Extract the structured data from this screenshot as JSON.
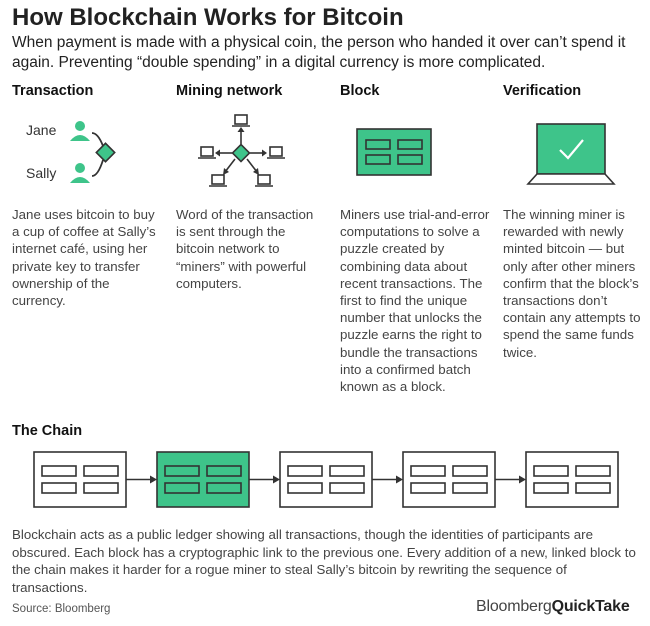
{
  "title": "How Blockchain Works for Bitcoin",
  "subtitle": "When payment is made with a physical coin, the person who handed it over can’t spend it again. Preventing “double spending” in a digital currency is more complicated.",
  "columns": [
    {
      "title": "Transaction",
      "text": "Jane uses bitcoin to buy a cup of coffee at Sally’s internet café, using her private key to transfer ownership of the currency."
    },
    {
      "title": "Mining network",
      "text": "Word of the transaction is sent through the bitcoin network to “miners” with powerful computers."
    },
    {
      "title": "Block",
      "text": "Miners use trial-and-error computations to solve a puzzle created by combining data about recent transactions. The first to find the unique number that unlocks the puzzle earns the right to bundle the transactions into a confirmed batch known as a block."
    },
    {
      "title": "Verification",
      "text": "The winning miner is rewarded with newly minted bitcoin — but only after other miners confirm that the block’s transactions don’t contain any attempts to spend the same funds twice."
    }
  ],
  "people": {
    "jane": "Jane",
    "sally": "Sally"
  },
  "chain": {
    "title": "The Chain",
    "text": "Blockchain acts as a public ledger showing all transactions, though the identities of participants are obscured. Each block has a cryptographic link to the previous one. Every addition of a new, linked block to the chain makes it harder for a rogue miner to steal Sally’s bitcoin by rewriting the sequence of transactions.",
    "blocks": 5,
    "highlighted_index": 1
  },
  "source": "Source: Bloomberg",
  "logo": {
    "part1": "Bloomberg",
    "part2": "QuickTake"
  },
  "colors": {
    "accent": "#3ec48a",
    "line": "#333333"
  }
}
